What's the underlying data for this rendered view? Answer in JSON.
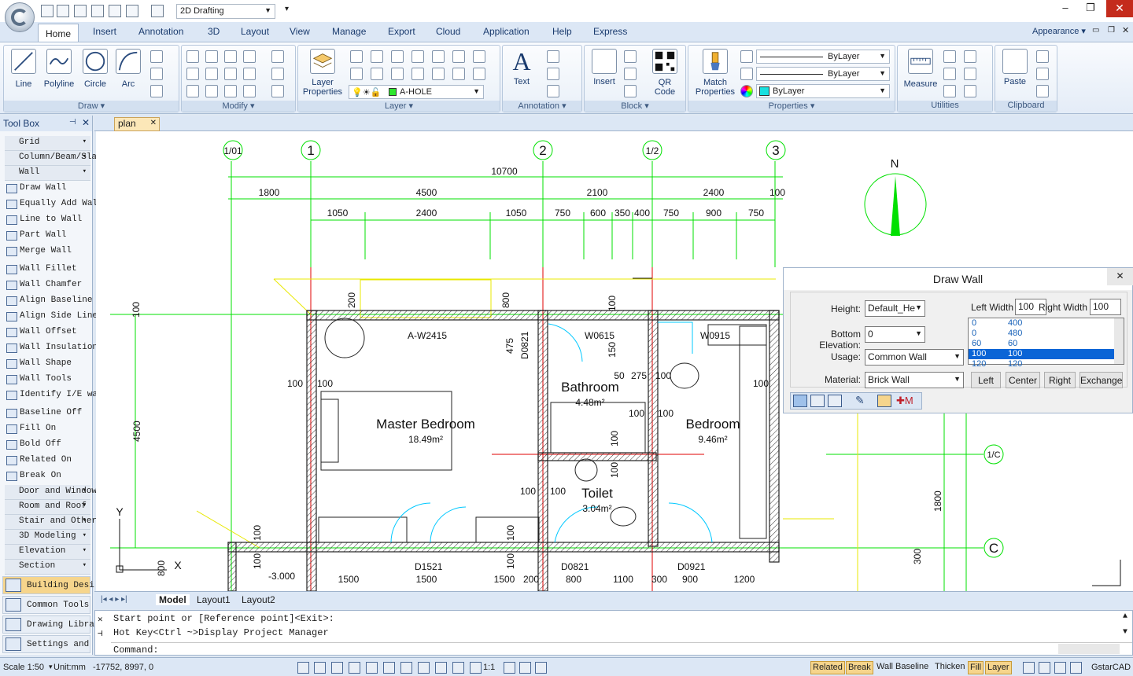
{
  "title_bar": {
    "workspace": "2D Drafting"
  },
  "ribbon_tabs": [
    "Home",
    "Insert",
    "Annotation",
    "3D",
    "Layout",
    "View",
    "Manage",
    "Export",
    "Cloud",
    "Application",
    "Help",
    "Express"
  ],
  "appearance_label": "Appearance",
  "groups": {
    "draw": {
      "label": "Draw",
      "buttons": [
        "Line",
        "Polyline",
        "Circle",
        "Arc"
      ]
    },
    "modify": {
      "label": "Modify"
    },
    "layer": {
      "label": "Layer",
      "button": "Layer Properties",
      "current": "A-HOLE"
    },
    "annotation": {
      "label": "Annotation",
      "button": "Text"
    },
    "block": {
      "label": "Block",
      "buttons": [
        "Insert",
        "QR Code"
      ]
    },
    "properties": {
      "label": "Properties",
      "button": "Match Properties",
      "linetype1": "ByLayer",
      "linetype2": "ByLayer",
      "color": "ByLayer"
    },
    "utilities": {
      "label": "Utilities",
      "button": "Measure"
    },
    "clipboard": {
      "label": "Clipboard",
      "button": "Paste"
    }
  },
  "toolbox": {
    "title": "Tool Box",
    "items": [
      {
        "label": "Grid",
        "type": "section"
      },
      {
        "label": "Column/Beam/Sla",
        "type": "section"
      },
      {
        "label": "Wall",
        "type": "section"
      },
      {
        "label": "Draw Wall",
        "type": "item"
      },
      {
        "label": "Equally Add Wal",
        "type": "item"
      },
      {
        "label": "Line to Wall",
        "type": "item"
      },
      {
        "label": "Part Wall",
        "type": "item"
      },
      {
        "label": "Merge Wall",
        "type": "item"
      },
      {
        "label": "Wall Fillet",
        "type": "item"
      },
      {
        "label": "Wall Chamfer",
        "type": "item"
      },
      {
        "label": "Align Baseline",
        "type": "item"
      },
      {
        "label": "Align Side Line",
        "type": "item"
      },
      {
        "label": "Wall Offset",
        "type": "item"
      },
      {
        "label": "Wall Insulation",
        "type": "item"
      },
      {
        "label": "Wall Shape",
        "type": "item"
      },
      {
        "label": "Wall Tools",
        "type": "item"
      },
      {
        "label": "Identify I/E wa",
        "type": "item"
      },
      {
        "label": "Baseline Off",
        "type": "item"
      },
      {
        "label": "Fill On",
        "type": "item"
      },
      {
        "label": "Bold Off",
        "type": "item"
      },
      {
        "label": "Related On",
        "type": "item"
      },
      {
        "label": "Break On",
        "type": "item"
      },
      {
        "label": "Door and Window",
        "type": "section"
      },
      {
        "label": "Room and Roof",
        "type": "section"
      },
      {
        "label": "Stair and Other",
        "type": "section"
      },
      {
        "label": "3D Modeling",
        "type": "section"
      },
      {
        "label": "Elevation",
        "type": "section"
      },
      {
        "label": "Section",
        "type": "section"
      }
    ],
    "bottom": [
      "Building Desi",
      "Common Tools",
      "Drawing Libra",
      "Settings and"
    ]
  },
  "doc_tab": "plan",
  "drawing": {
    "grid_bubbles": [
      "1/01",
      "1",
      "2",
      "1/2",
      "3",
      "1/C",
      "C"
    ],
    "overall_dim": "10700",
    "dims_row1": [
      "1800",
      "4500",
      "2100",
      "2400",
      "100"
    ],
    "dims_row2": [
      "1050",
      "2400",
      "1050",
      "750",
      "600",
      "350",
      "400",
      "750",
      "900",
      "750"
    ],
    "rooms": [
      {
        "name": "Master Bedroom",
        "area": "18.49m²"
      },
      {
        "name": "Bathroom",
        "area": "4.48m²"
      },
      {
        "name": "Bedroom",
        "area": "9.46m²"
      },
      {
        "name": "Toilet",
        "area": "3.04m²"
      }
    ],
    "tags": [
      "A-W2415",
      "W0615",
      "W0915",
      "D0821",
      "D1521",
      "D0821",
      "D0921"
    ],
    "left_dims": [
      "100",
      "4500",
      "800"
    ],
    "misc_dims": [
      "100",
      "200",
      "800",
      "475",
      "150",
      "50",
      "275",
      "100",
      "100",
      "100",
      "100",
      "100",
      "100",
      "100",
      "100",
      "100",
      "100",
      "100",
      "100",
      "100",
      "100",
      "1800",
      "300"
    ],
    "bottom_dims": [
      "1500",
      "1500",
      "1500",
      "200",
      "800",
      "1100",
      "300",
      "900",
      "1200"
    ],
    "level": "-3.000",
    "north": "N",
    "axis_y": "Y",
    "axis_x": "X"
  },
  "dialog": {
    "title": "Draw Wall",
    "height_label": "Height:",
    "height_value": "Default_He",
    "bottom_label": "Bottom Elevation:",
    "bottom_value": "0",
    "usage_label": "Usage:",
    "usage_value": "Common Wall",
    "material_label": "Material:",
    "material_value": "Brick Wall",
    "left_width_label": "Left Width",
    "left_width_value": "100",
    "right_width_label": "Right Width",
    "right_width_value": "100",
    "width_list": [
      [
        "0",
        "400"
      ],
      [
        "0",
        "480"
      ],
      [
        "60",
        "60"
      ],
      [
        "100",
        "100"
      ],
      [
        "120",
        "120"
      ]
    ],
    "selected_index": 3,
    "buttons": [
      "Left",
      "Center",
      "Right",
      "Exchange"
    ]
  },
  "layout_tabs": [
    "Model",
    "Layout1",
    "Layout2"
  ],
  "command": {
    "line1": "Start point or [Reference point]<Exit>:",
    "line2": "Hot Key<Ctrl ~>Display Project Manager",
    "prompt": "Command:"
  },
  "status": {
    "scale": "Scale 1:50",
    "unit": "Unit:mm",
    "coords": "-17752, 8997, 0",
    "ratio": "1:1",
    "toggles": [
      "Related",
      "Break",
      "Wall Baseline",
      "Thicken",
      "Fill",
      "Layer"
    ],
    "active": [
      "Related",
      "Break",
      "Fill",
      "Layer"
    ],
    "brand": "GstarCAD"
  }
}
